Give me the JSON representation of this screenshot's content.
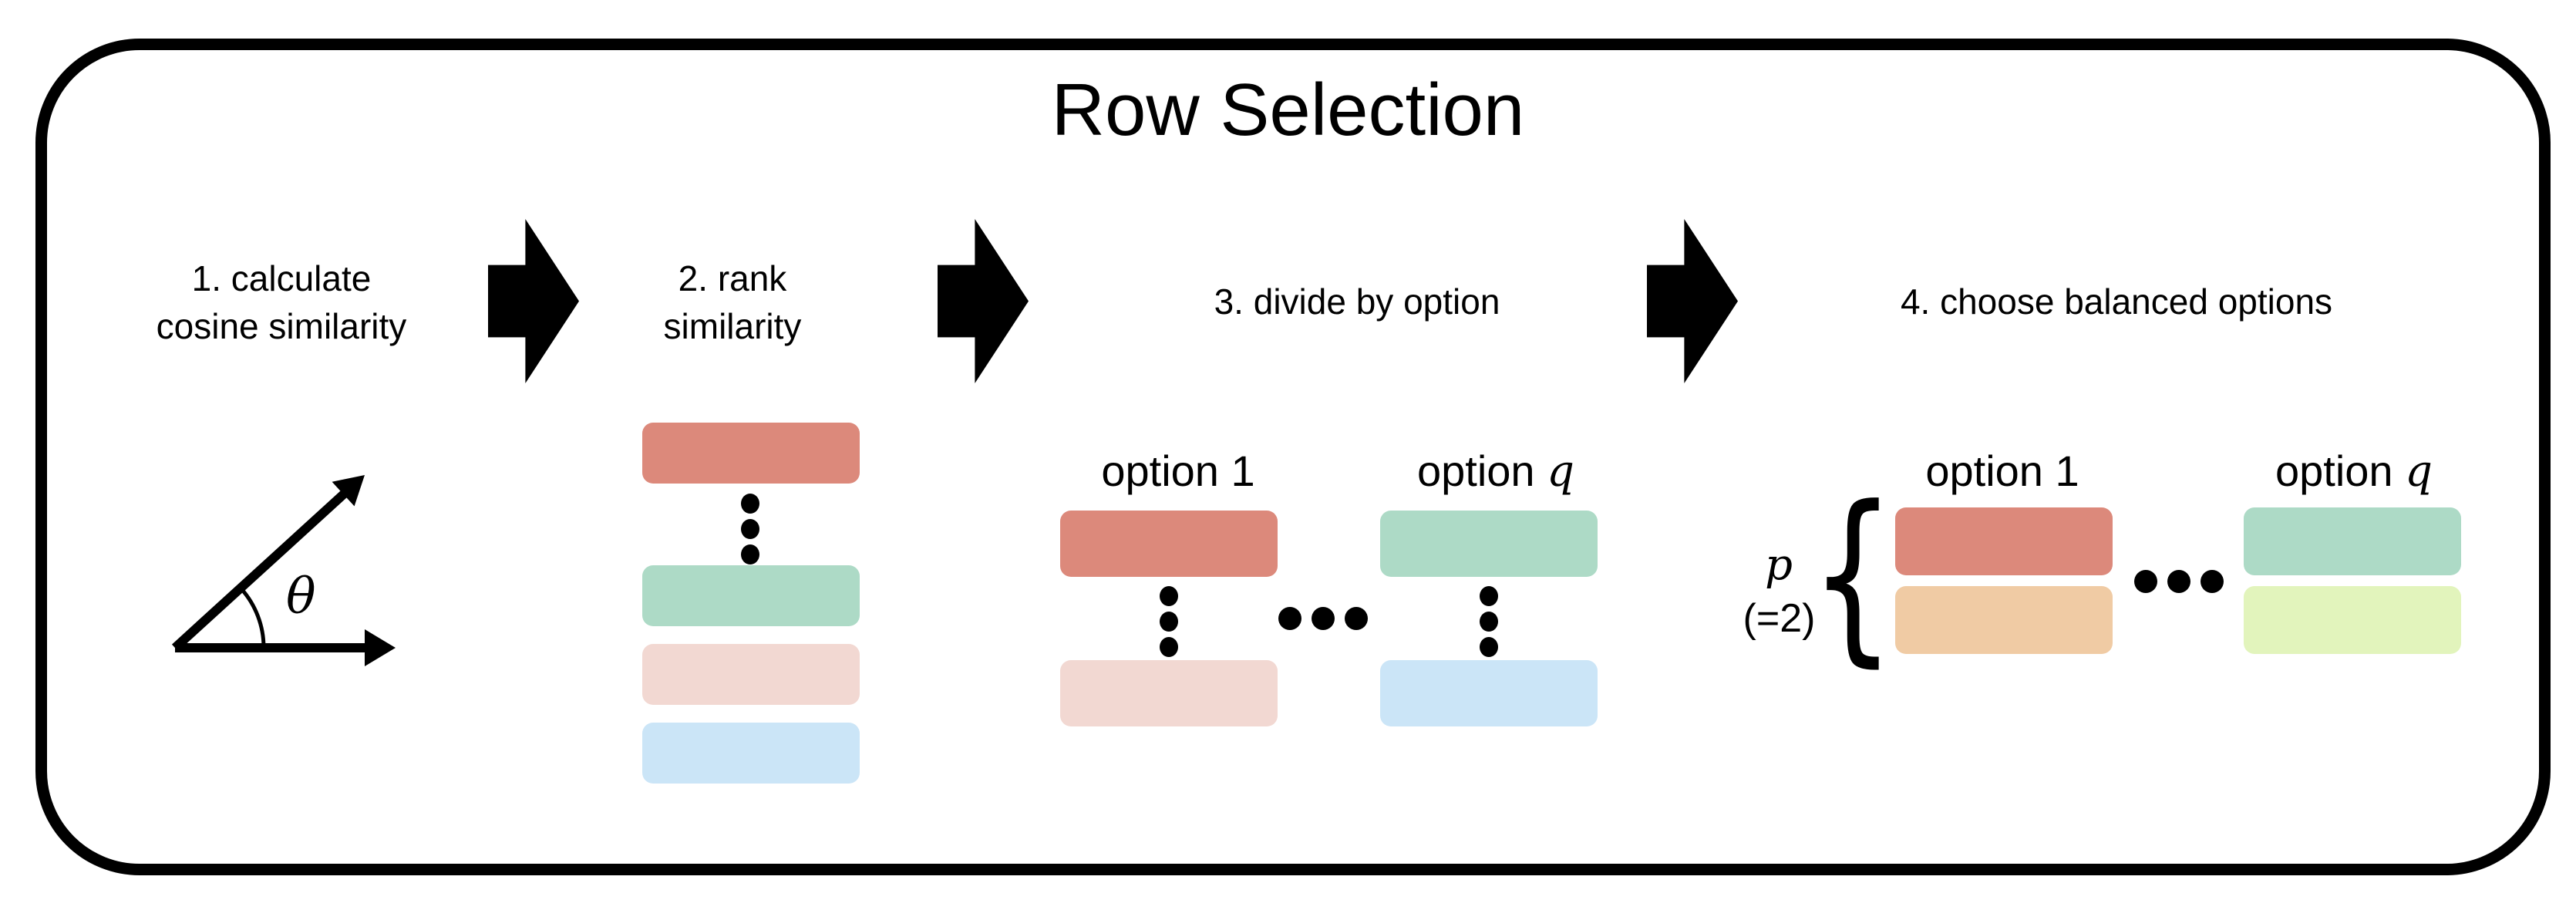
{
  "title": "Row Selection",
  "steps": {
    "step1": {
      "line1": "1. calculate",
      "line2": "cosine similarity"
    },
    "step2": {
      "line1": "2. rank",
      "line2": "similarity"
    },
    "step3": {
      "label": "3. divide by option"
    },
    "step4": {
      "label": "4. choose balanced options"
    }
  },
  "figure1": {
    "theta": "θ"
  },
  "options": {
    "prefix": "option",
    "first": "1",
    "q_var": "q"
  },
  "step4_annotation": {
    "p_var": "p",
    "p_value": "(=2)",
    "brace": "{"
  },
  "colors": {
    "salmon": "#DC897B",
    "mint": "#ADDAC6",
    "light_pink": "#F2D8D2",
    "light_blue": "#CBE5F7",
    "tan": "#F0CBA4",
    "light_green": "#E2F4BC",
    "outline": "#000000"
  }
}
